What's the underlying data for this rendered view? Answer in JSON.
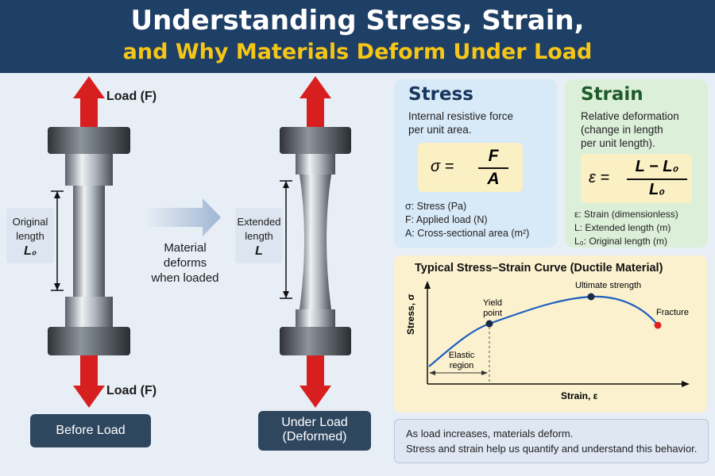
{
  "header": {
    "title_line1": "Understanding Stress, Strain,",
    "title_line2": "and Why Materials Deform Under Load"
  },
  "specimens": {
    "load_top_label": "Load (F)",
    "load_bottom_label": "Load (F)",
    "original_length_label_l1": "Original",
    "original_length_label_l2": "length",
    "original_length_symbol": "L₀",
    "extended_length_label_l1": "Extended",
    "extended_length_label_l2": "length",
    "extended_length_symbol": "L",
    "transition_l1": "Material",
    "transition_l2": "deforms",
    "transition_l3": "when loaded",
    "before_button": "Before Load",
    "after_button_l1": "Under Load",
    "after_button_l2": "(Deformed)"
  },
  "stress": {
    "title": "Stress",
    "desc_l1": "Internal resistive force",
    "desc_l2": "per unit area.",
    "formula_lhs": "σ =",
    "formula_num": "F",
    "formula_den": "A",
    "legend": [
      "σ: Stress (Pa)",
      "F: Applied load (N)",
      "A: Cross-sectional area (m²)"
    ]
  },
  "strain": {
    "title": "Strain",
    "desc_l1": "Relative deformation",
    "desc_l2": "(change in length",
    "desc_l3": "per unit length).",
    "formula_lhs": "ε =",
    "formula_num": "L − L₀",
    "formula_den": "L₀",
    "legend": [
      "ε:  Strain (dimensionless)",
      "L:  Extended length (m)",
      "L₀: Original length (m)"
    ]
  },
  "chart_data": {
    "type": "line",
    "title": "Typical Stress–Strain Curve (Ductile Material)",
    "xlabel": "Strain, ε",
    "ylabel": "Stress, σ",
    "annotations": {
      "yield": "Yield point",
      "ultimate": "Ultimate strength",
      "fracture": "Fracture",
      "elastic": "Elastic region"
    },
    "colors": {
      "curve": "#1f5fbf",
      "fracture": "#e02020",
      "point": "#1a2a4a"
    }
  },
  "note": {
    "line1": "As load increases, materials deform.",
    "line2": "Stress and strain help us quantify and understand this behavior."
  }
}
